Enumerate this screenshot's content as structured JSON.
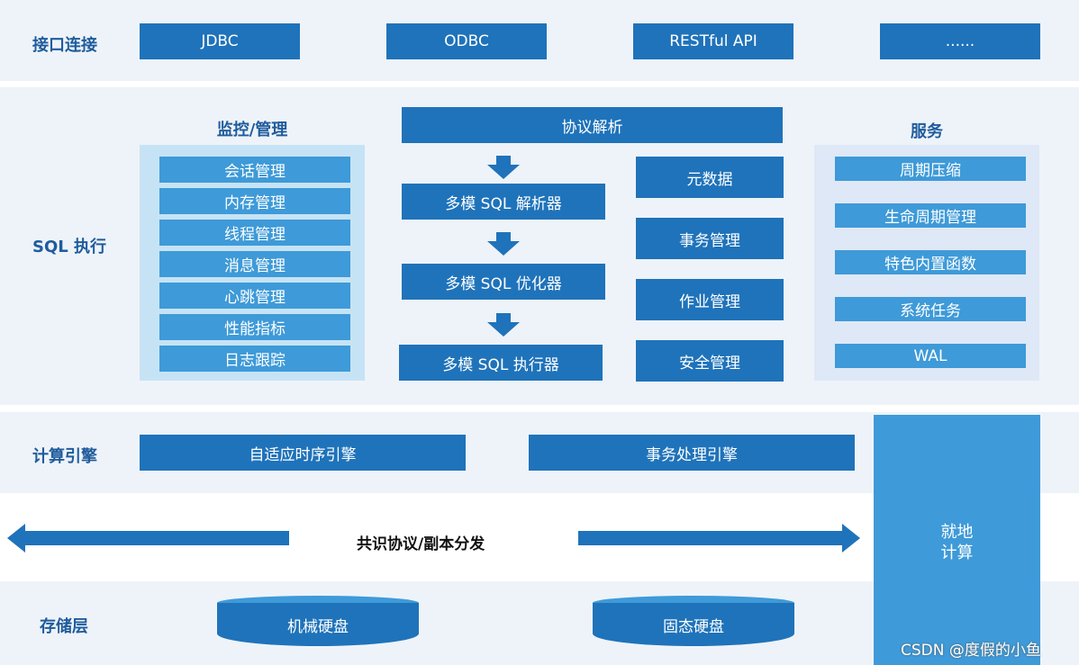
{
  "interface": {
    "label": "接口连接",
    "items": [
      "JDBC",
      "ODBC",
      "RESTful API",
      "......"
    ]
  },
  "sql": {
    "label": "SQL 执行",
    "monitor": {
      "title": "监控/管理",
      "items": [
        "会话管理",
        "内存管理",
        "线程管理",
        "消息管理",
        "心跳管理",
        "性能指标",
        "日志跟踪"
      ]
    },
    "protocol": "协议解析",
    "pipeline": [
      "多模 SQL 解析器",
      "多模 SQL 优化器",
      "多模 SQL 执行器"
    ],
    "mgmt": [
      "元数据",
      "事务管理",
      "作业管理",
      "安全管理"
    ],
    "services": {
      "title": "服务",
      "items": [
        "周期压缩",
        "生命周期管理",
        "特色内置函数",
        "系统任务",
        "WAL"
      ]
    }
  },
  "compute": {
    "label": "计算引擎",
    "engines": [
      "自适应时序引擎",
      "事务处理引擎"
    ]
  },
  "consensus": {
    "label": "共识协议/副本分发"
  },
  "local": {
    "line1": "就地",
    "line2": "计算"
  },
  "storage": {
    "label": "存储层",
    "disks": [
      "机械硬盘",
      "固态硬盘"
    ]
  },
  "watermark": "CSDN @度假的小鱼",
  "colors": {
    "dark": "#1f73ba",
    "light": "#3e9ad8",
    "band": "#eef3f9"
  }
}
